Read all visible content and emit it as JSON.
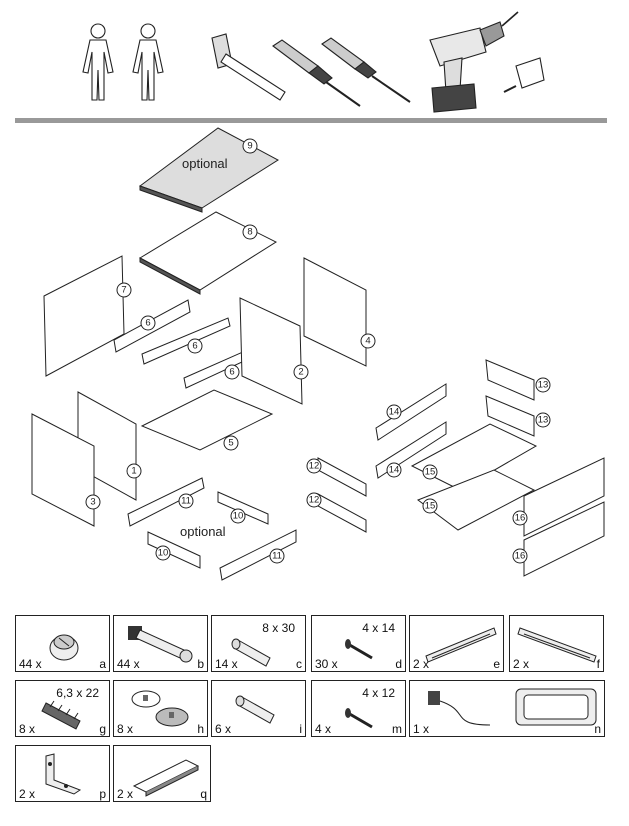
{
  "exploded_view": {
    "optional_top": "optional",
    "optional_bottom": "optional",
    "part_numbers": [
      "9",
      "8",
      "7",
      "6",
      "6",
      "6",
      "4",
      "2",
      "5",
      "1",
      "3",
      "11",
      "10",
      "10",
      "11",
      "14",
      "14",
      "13",
      "13",
      "12",
      "12",
      "15",
      "15",
      "16",
      "16"
    ]
  },
  "parts": [
    {
      "qty": "44 x",
      "letter": "a",
      "size": ""
    },
    {
      "qty": "44 x",
      "letter": "b",
      "size": ""
    },
    {
      "qty": "14 x",
      "letter": "c",
      "size": "8 x 30"
    },
    {
      "qty": "30 x",
      "letter": "d",
      "size": "4 x 14"
    },
    {
      "qty": "2 x",
      "letter": "e",
      "size": ""
    },
    {
      "qty": "2 x",
      "letter": "f",
      "size": ""
    },
    {
      "qty": "8 x",
      "letter": "g",
      "size": "6,3 x 22"
    },
    {
      "qty": "8 x",
      "letter": "h",
      "size": ""
    },
    {
      "qty": "6 x",
      "letter": "i",
      "size": ""
    },
    {
      "qty": "4 x",
      "letter": "m",
      "size": "4 x 12"
    },
    {
      "qty": "1 x",
      "letter": "n",
      "size": ""
    },
    {
      "qty": "2 x",
      "letter": "p",
      "size": ""
    },
    {
      "qty": "2 x",
      "letter": "q",
      "size": ""
    }
  ]
}
